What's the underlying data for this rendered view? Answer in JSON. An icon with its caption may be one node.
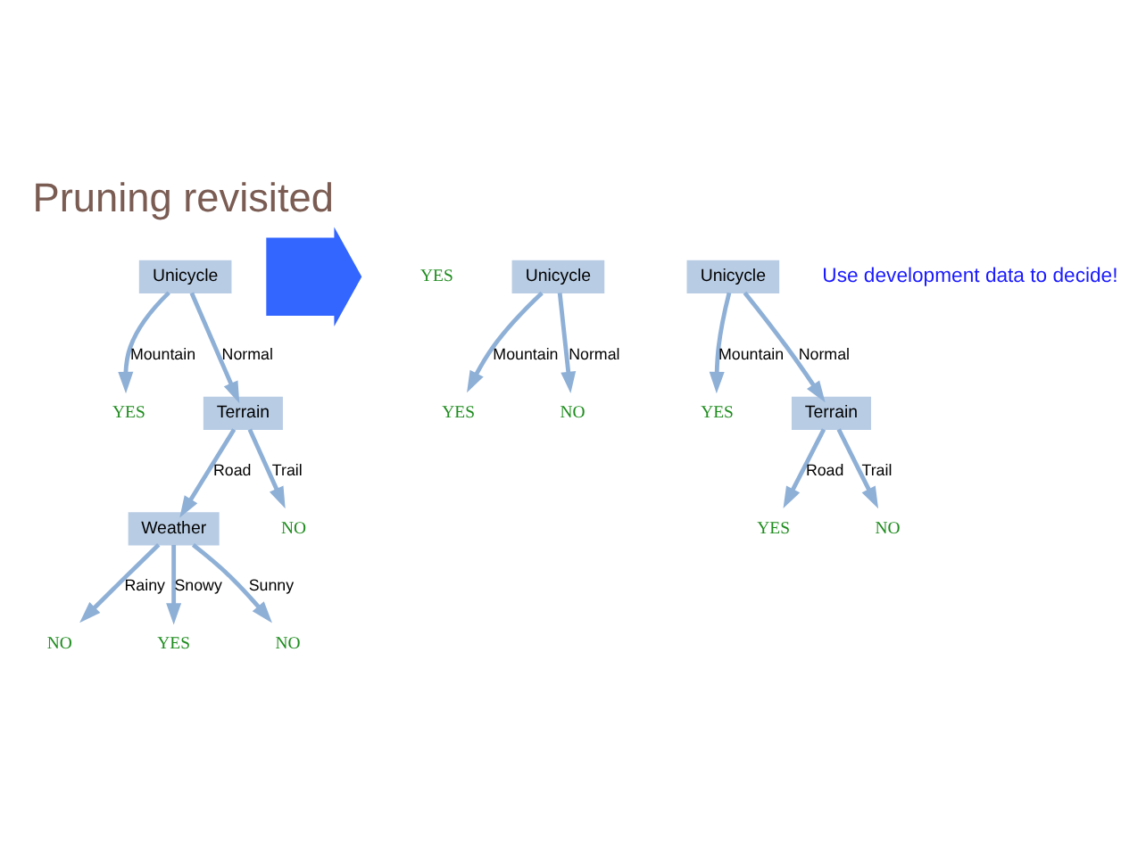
{
  "diagram": {
    "title": "Pruning revisited",
    "nodes": [
      {
        "text": [
          "Unicycle"
        ]
      },
      {
        "text": [
          "YES"
        ]
      },
      {
        "text": [
          "Terrain"
        ]
      },
      {
        "text": [
          "Weather"
        ]
      },
      {
        "text": [
          "NO"
        ]
      },
      {
        "text": [
          "NO"
        ]
      },
      {
        "text": [
          "YES"
        ]
      },
      {
        "text": [
          "NO"
        ]
      },
      {
        "text": [],
        "shape": "arrow"
      },
      {
        "text": [
          "YES"
        ]
      },
      {
        "text": [
          "Unicycle"
        ]
      },
      {
        "text": [
          "YES"
        ]
      },
      {
        "text": [
          "NO"
        ]
      },
      {
        "text": [
          "Unicycle"
        ]
      },
      {
        "text": [
          "YES"
        ]
      },
      {
        "text": [
          "Terrain"
        ]
      },
      {
        "text": [
          "YES"
        ]
      },
      {
        "text": [
          "NO"
        ]
      }
    ],
    "edges": [
      {
        "from": 0,
        "to": 1,
        "arrow": "to",
        "label": "Mountain"
      },
      {
        "from": 0,
        "to": 2,
        "arrow": "to",
        "label": "Normal"
      },
      {
        "from": 2,
        "to": 3,
        "arrow": "to",
        "label": "Road"
      },
      {
        "from": 2,
        "to": 4,
        "arrow": "to",
        "label": "Trail"
      },
      {
        "from": 3,
        "to": 5,
        "arrow": "to",
        "label": "Rainy"
      },
      {
        "from": 3,
        "to": 6,
        "arrow": "to",
        "label": "Snowy"
      },
      {
        "from": 3,
        "to": 7,
        "arrow": "to",
        "label": "Sunny"
      },
      {
        "from": 10,
        "to": 11,
        "arrow": "to",
        "label": "Mountain"
      },
      {
        "from": 10,
        "to": 12,
        "arrow": "to",
        "label": "Normal"
      },
      {
        "from": 13,
        "to": 14,
        "arrow": "to",
        "label": "Mountain"
      },
      {
        "from": 13,
        "to": 15,
        "arrow": "to",
        "label": "Normal"
      },
      {
        "from": 15,
        "to": 16,
        "arrow": "to",
        "label": "Road"
      },
      {
        "from": 15,
        "to": 17,
        "arrow": "to",
        "label": "Trail"
      }
    ],
    "labels": [
      "Use development data to decide!"
    ]
  }
}
